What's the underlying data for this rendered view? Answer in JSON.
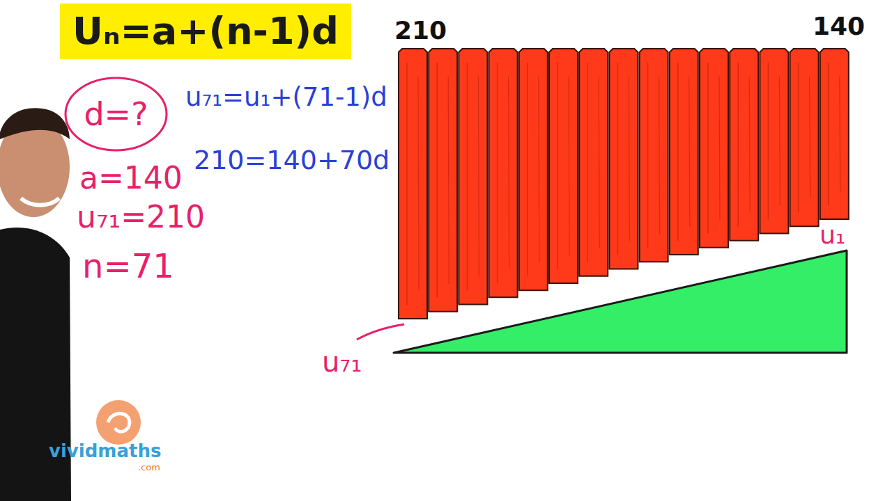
{
  "diagram": {
    "nodes": [
      {
        "text": [
          "Uₙ=a+(n-1)d"
        ]
      },
      {
        "text": [
          "d=?"
        ]
      }
    ],
    "labels": [
      "u₇₁=u₁+(71-1)d",
      "210=140+70d",
      "a=140",
      "u₇₁=210",
      "n=71",
      "210",
      "140",
      "u₁",
      "u₇₁",
      "vividmaths",
      ".com"
    ]
  }
}
